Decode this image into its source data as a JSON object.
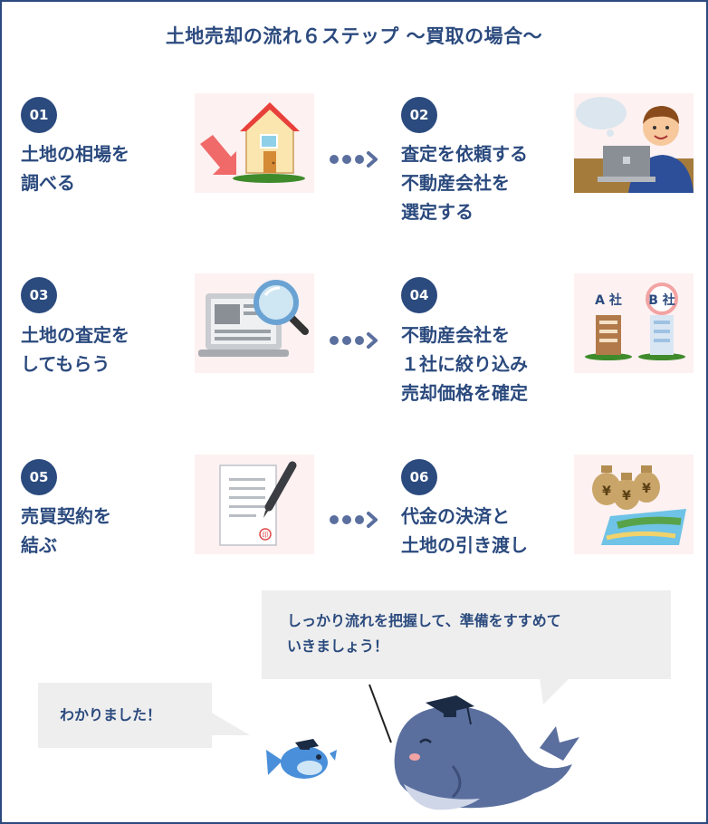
{
  "title": "土地売却の流れ６ステップ 〜買取の場合〜",
  "steps": [
    {
      "num": "01",
      "text": "土地の相場を\n調べる",
      "icon": "house-icon"
    },
    {
      "num": "02",
      "text": "査定を依頼する\n不動産会社を\n選定する",
      "icon": "person-laptop-icon"
    },
    {
      "num": "03",
      "text": "土地の査定を\nしてもらう",
      "icon": "laptop-magnifier-icon"
    },
    {
      "num": "04",
      "text": "不動産会社を\n１社に絞り込み\n売却価格を確定",
      "icon": "buildings-icon",
      "labels": {
        "a": "A 社",
        "b": "B 社"
      }
    },
    {
      "num": "05",
      "text": "売買契約を\n結ぶ",
      "icon": "contract-pen-icon",
      "stamp": "印"
    },
    {
      "num": "06",
      "text": "代金の決済と\n土地の引き渡し",
      "icon": "money-bags-icon",
      "currency": "¥"
    }
  ],
  "speech": {
    "whale": "しっかり流れを把握して、準備をすすめて\nいきましょう！",
    "fish": "わかりました！"
  },
  "colors": {
    "navy": "#2b4a7e",
    "pink_bg": "#fdf1f1",
    "bubble": "#eeeeee",
    "whale": "#5a6f9e"
  }
}
